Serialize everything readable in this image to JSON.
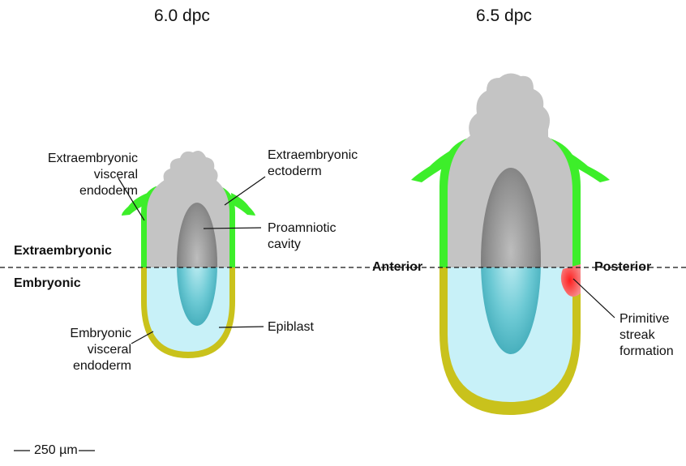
{
  "stages": [
    {
      "title": "6.0 dpc"
    },
    {
      "title": "6.5 dpc"
    }
  ],
  "regions": {
    "upper": "Extraembryonic",
    "lower": "Embryonic"
  },
  "axis": {
    "left": "Anterior",
    "right": "Posterior"
  },
  "labels": {
    "exve": [
      "Extraembryonic",
      "visceral",
      "endoderm"
    ],
    "exec": [
      "Extraembryonic",
      "ectoderm"
    ],
    "proamniotic": [
      "Proamniotic",
      "cavity"
    ],
    "epiblast": "Epiblast",
    "emve": [
      "Embryonic",
      "visceral",
      "endoderm"
    ],
    "primitive_streak": [
      "Primitive",
      "streak",
      "formation"
    ]
  },
  "scale_bar": "250 µm",
  "colors": {
    "extraembryonic_visceral_endoderm": "#3dee2a",
    "embryonic_visceral_endoderm": "#c9c21c",
    "extraembryonic_ectoderm": "#c4c4c4",
    "epiblast": "#c8f1f8",
    "proamniotic_cavity_gray": "#8a8a8a",
    "proamniotic_cavity_cyan": "#4fb9c6",
    "primitive_streak": "#f02a2a"
  }
}
